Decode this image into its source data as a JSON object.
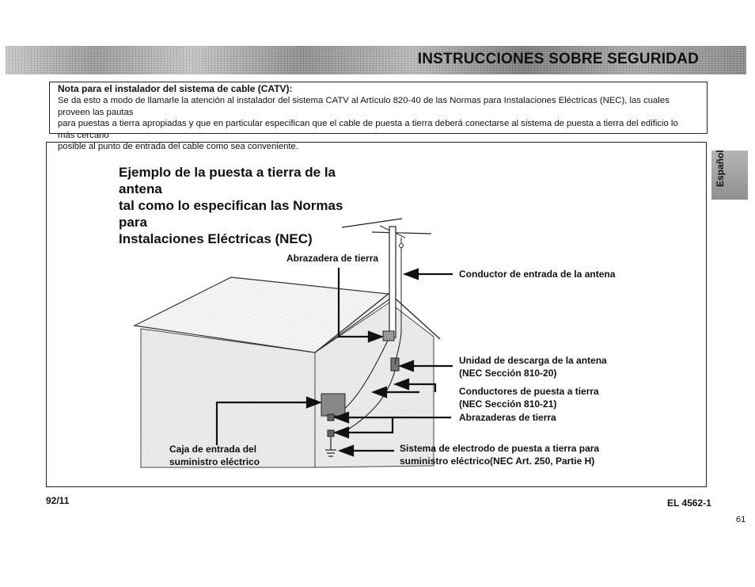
{
  "header": {
    "title": "INSTRUCCIONES SOBRE SEGURIDAD"
  },
  "note": {
    "heading": "Nota para el instalador del sistema de cable (CATV):",
    "lines": [
      "Se da esto a modo de llamarle la atención al instalador del sistema CATV al Artículo 820-40 de las Normas para Instalaciones Eléctricas (NEC), las cuales proveen las pautas",
      "para puestas a tierra apropiadas y que en particular especifican que el cable de puesta a tierra deberá conectarse al sistema de puesta a tierra del edificio lo más cercano",
      "posible al punto de entrada del cable como sea conveniente."
    ]
  },
  "side_tab": {
    "label": "Español"
  },
  "diagram": {
    "title_lines": [
      "Ejemplo de la puesta a tierra de la antena",
      "tal como lo especifican las Normas para",
      "Instalaciones Eléctricas (NEC)"
    ],
    "labels": {
      "ground_clamp": "Abrazadera de tierra",
      "antenna_lead_in": "Conductor de entrada de la antena",
      "discharge_unit_1": "Unidad de descarga de la antena",
      "discharge_unit_2": "(NEC Sección 810-20)",
      "grounding_conductors_1": "Conductores de puesta a tierra",
      "grounding_conductors_2": "(NEC Sección 810-21)",
      "ground_clamps": "Abrazaderas de tierra",
      "service_box_1": "Caja de entrada del",
      "service_box_2": "suministro eléctrico",
      "electrode_system_1": "Sistema de electrodo de puesta a  tierra para",
      "electrode_system_2": "suministro eléctrico(NEC Art. 250, Partie H)"
    }
  },
  "footer": {
    "left": "92/11",
    "right": "EL 4562-1",
    "page_number": "61"
  }
}
